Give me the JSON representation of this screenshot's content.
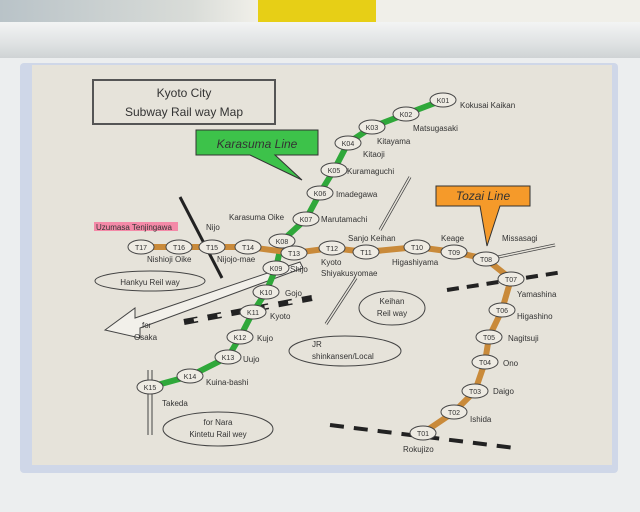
{
  "title": {
    "line1": "Kyoto City",
    "line2": "Subway Rail way Map"
  },
  "lines": {
    "karasuma": {
      "label": "Karasuma Line",
      "color": "#2fa83a",
      "callout": "#3dc24a"
    },
    "tozai": {
      "label": "Tozai Line",
      "color": "#c98a3a",
      "callout": "#f59a2a"
    }
  },
  "highlight_label": "Uzumasa Tenjingawa",
  "karasuma_stations": [
    {
      "code": "K01",
      "name": [
        "Kokusai Kaikan"
      ]
    },
    {
      "code": "K02",
      "name": [
        "Matsugasaki"
      ]
    },
    {
      "code": "K03",
      "name": [
        "Kitayama"
      ]
    },
    {
      "code": "K04",
      "name": [
        "Kitaoji"
      ]
    },
    {
      "code": "K05",
      "name": [
        "Kuramaguchi"
      ]
    },
    {
      "code": "K06",
      "name": [
        "Imadegawa"
      ]
    },
    {
      "code": "K07",
      "name": [
        "Marutamachi"
      ]
    },
    {
      "code": "K08",
      "name": [
        "Karasuma Oike"
      ]
    },
    {
      "code": "K09",
      "name": [
        "Shijo"
      ]
    },
    {
      "code": "K10",
      "name": [
        "Gojo"
      ]
    },
    {
      "code": "K11",
      "name": [
        "Kyoto"
      ]
    },
    {
      "code": "K12",
      "name": [
        "Kujo"
      ]
    },
    {
      "code": "K13",
      "name": [
        "Uujo"
      ]
    },
    {
      "code": "K14",
      "name": [
        "Kuina-bashi"
      ]
    },
    {
      "code": "K15",
      "name": [
        "Takeda"
      ]
    }
  ],
  "tozai_stations": [
    {
      "code": "T17",
      "name": []
    },
    {
      "code": "T16",
      "name": [
        "Nishioji Oike"
      ]
    },
    {
      "code": "T15",
      "name": [
        "Nijo",
        "Nijojo-mae"
      ]
    },
    {
      "code": "T14",
      "name": []
    },
    {
      "code": "T13",
      "name": []
    },
    {
      "code": "T12",
      "name": [
        "Kyoto",
        "Shiyakusyomae"
      ]
    },
    {
      "code": "T11",
      "name": [
        "Sanjo Keihan"
      ]
    },
    {
      "code": "T10",
      "name": [
        "Higashiyama"
      ]
    },
    {
      "code": "T09",
      "name": [
        "Keage"
      ]
    },
    {
      "code": "T08",
      "name": [
        "Missasagi"
      ]
    },
    {
      "code": "T07",
      "name": [
        "Yamashina"
      ]
    },
    {
      "code": "T06",
      "name": [
        "Higashino"
      ]
    },
    {
      "code": "T05",
      "name": [
        "Nagitsuji"
      ]
    },
    {
      "code": "T04",
      "name": [
        "Ono"
      ]
    },
    {
      "code": "T03",
      "name": [
        "Daigo"
      ]
    },
    {
      "code": "T02",
      "name": [
        "Ishida"
      ]
    },
    {
      "code": "T01",
      "name": [
        "Rokujizo"
      ]
    }
  ],
  "callouts": {
    "hankyu": "Hankyu Reil way",
    "keihan": [
      "Keihan",
      "Reil way"
    ],
    "jr": [
      "JR",
      "shinkansen/Local"
    ],
    "kintetsu": [
      "for Nara",
      "Kintetu Rail wey"
    ],
    "osaka": [
      "for",
      "Osaka"
    ]
  }
}
